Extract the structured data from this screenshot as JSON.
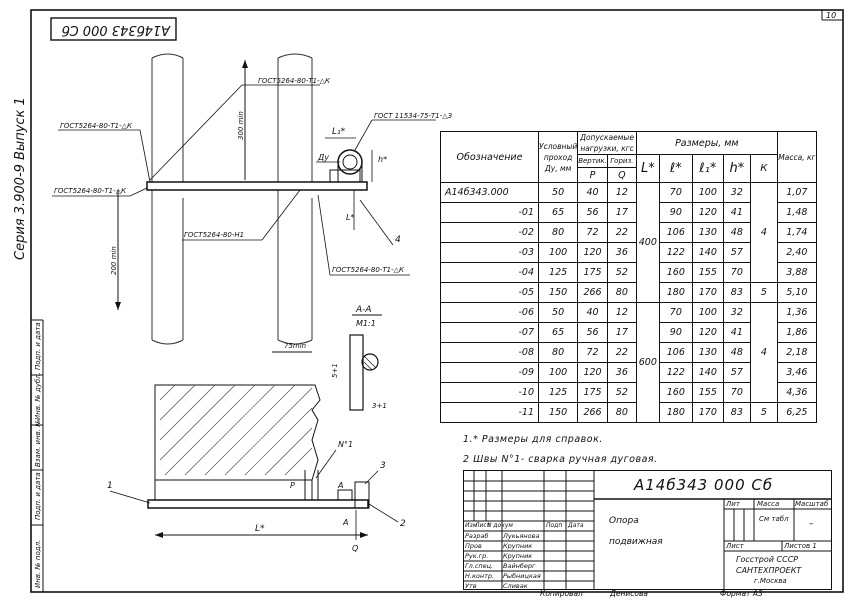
{
  "corner_number": "10",
  "stamp_top": "А14б343 000 Сб",
  "series_label": "Серия 3.900-9 Выпуск 1",
  "side_strip": [
    "Инв. № подл.",
    "Подп. и дата",
    "Взам. инв. №",
    "Инв. № дубл.",
    "Подп. и дата"
  ],
  "drawing": {
    "callouts": {
      "gost_top": "ГОСТ5264-80-Т1-△К",
      "gost_left_top": "ГОСТ5264-80-Т1-△К",
      "gost_right_top": "ГОСТ 11534-75-Т1-△З",
      "gost_left_mid": "ГОСТ5264-80-Т1-△К",
      "gost_center": "ГОСТ5264-80-Н1",
      "gost_bottom_right": "ГОСТ5264-80-Т1-△К",
      "dim_300": "300 min",
      "dim_200": "200 min",
      "dim_75": "75min",
      "label_L1": "L₁*",
      "label_Dy": "Ду",
      "label_h": "h*",
      "label_L": "L*",
      "label_4": "4",
      "section_title": "А-А",
      "section_scale": "М1:1",
      "label_5": "5+1",
      "label_3": "3+1",
      "label_1": "1",
      "label_2": "2",
      "label_3b": "3",
      "label_N1": "N°1",
      "label_A1": "А",
      "label_A2": "А",
      "label_L_bottom": "L*",
      "label_Q": "Q",
      "label_P": "P"
    }
  },
  "table": {
    "headers": {
      "designation": "Обозначение",
      "conditional_pass": "Условный проход Ду, мм",
      "permissible_loads": "Допускаемые нагрузки, кгс",
      "vertical": "Вертик.",
      "horizontal": "Гориз.",
      "P": "P",
      "Q": "Q",
      "sizes": "Размеры, мм",
      "L": "L*",
      "l": "ℓ*",
      "l1": "ℓ₁*",
      "h": "h*",
      "K": "К",
      "mass": "Масса, кг"
    },
    "rows": [
      {
        "des": "А14б343.000",
        "dy": "50",
        "p": "40",
        "q": "12",
        "l": "70",
        "l1": "100",
        "h": "32",
        "mass": "1,07"
      },
      {
        "des": "-01",
        "dy": "65",
        "p": "56",
        "q": "17",
        "l": "90",
        "l1": "120",
        "h": "41",
        "mass": "1,48"
      },
      {
        "des": "-02",
        "dy": "80",
        "p": "72",
        "q": "22",
        "l": "106",
        "l1": "130",
        "h": "48",
        "mass": "1,74"
      },
      {
        "des": "-03",
        "dy": "100",
        "p": "120",
        "q": "36",
        "l": "122",
        "l1": "140",
        "h": "57",
        "mass": "2,40"
      },
      {
        "des": "-04",
        "dy": "125",
        "p": "175",
        "q": "52",
        "l": "160",
        "l1": "155",
        "h": "70",
        "mass": "3,88"
      },
      {
        "des": "-05",
        "dy": "150",
        "p": "266",
        "q": "80",
        "l": "180",
        "l1": "170",
        "h": "83",
        "mass": "5,10"
      },
      {
        "des": "-06",
        "dy": "50",
        "p": "40",
        "q": "12",
        "l": "70",
        "l1": "100",
        "h": "32",
        "mass": "1,36"
      },
      {
        "des": "-07",
        "dy": "65",
        "p": "56",
        "q": "17",
        "l": "90",
        "l1": "120",
        "h": "41",
        "mass": "1,86"
      },
      {
        "des": "-08",
        "dy": "80",
        "p": "72",
        "q": "22",
        "l": "106",
        "l1": "130",
        "h": "48",
        "mass": "2,18"
      },
      {
        "des": "-09",
        "dy": "100",
        "p": "120",
        "q": "36",
        "l": "122",
        "l1": "140",
        "h": "57",
        "mass": "3,46"
      },
      {
        "des": "-10",
        "dy": "125",
        "p": "175",
        "q": "52",
        "l": "160",
        "l1": "155",
        "h": "70",
        "mass": "4,36"
      },
      {
        "des": "-11",
        "dy": "150",
        "p": "266",
        "q": "80",
        "l": "180",
        "l1": "170",
        "h": "83",
        "mass": "6,25"
      }
    ],
    "L_group1": "400",
    "L_group2": "600",
    "K_a": "4",
    "K_b": "5",
    "K_c": "4",
    "K_d": "5"
  },
  "notes": {
    "n1": "1.* Размеры для справок.",
    "n2": "2 Швы N°1- сварка ручная дуговая."
  },
  "title_block": {
    "doc_number": "А14б343 000 Сб",
    "name_line1": "Опора",
    "name_line2": "подвижная",
    "col_izm": "Изм",
    "col_list": "Лист",
    "col_ndoc": "N докум",
    "col_podp": "Подп",
    "col_data": "Дата",
    "roles": [
      {
        "role": "Разраб",
        "name": "Лукьянова"
      },
      {
        "role": "Пров",
        "name": "Крупник"
      },
      {
        "role": "Рук.гр.",
        "name": "Крупник"
      },
      {
        "role": "Гл.спец.",
        "name": "Вайнберг"
      },
      {
        "role": "Н.контр.",
        "name": "Рыбницкая"
      },
      {
        "role": "Утв",
        "name": "Сливак"
      }
    ],
    "lit_label": "Лит",
    "mass_label": "Масса",
    "scale_label": "Масштаб",
    "mass_value": "См табл",
    "scale_value": "–",
    "sheet_label": "Лист",
    "sheets_label": "Листов 1",
    "org1": "Госстрой СССР",
    "org2": "САНТЕХПРОЕКТ",
    "org3": "г.Москва",
    "copied": "Копировал",
    "copier": "Денисова",
    "format": "Формат А3"
  }
}
